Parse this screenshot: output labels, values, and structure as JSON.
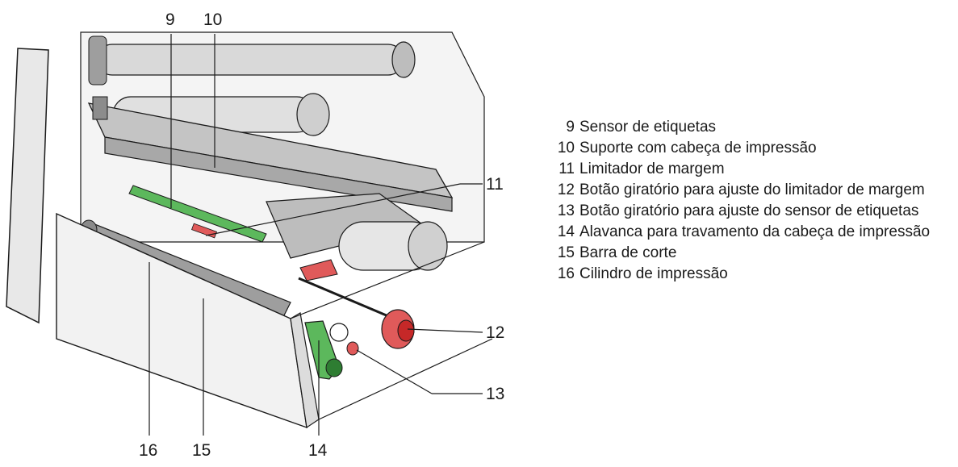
{
  "callouts": {
    "c9": "9",
    "c10": "10",
    "c11": "11",
    "c12": "12",
    "c13": "13",
    "c14": "14",
    "c15": "15",
    "c16": "16"
  },
  "legend": [
    {
      "num": "9",
      "text": "Sensor de etiquetas"
    },
    {
      "num": "10",
      "text": "Suporte com cabeça de impressão"
    },
    {
      "num": "11",
      "text": "Limitador de margem"
    },
    {
      "num": "12",
      "text": "Botão giratório para ajuste do limitador de margem"
    },
    {
      "num": "13",
      "text": "Botão giratório para ajuste do sensor de etiquetas"
    },
    {
      "num": "14",
      "text": "Alavanca para travamento da cabeça de impressão"
    },
    {
      "num": "15",
      "text": "Barra de corte"
    },
    {
      "num": "16",
      "text": "Cilindro de impressão"
    }
  ],
  "colors": {
    "line": "#1a1a1a",
    "metal": "#c8c8c8",
    "metal_dark": "#8c8c8c",
    "housing": "#f2f2f2",
    "green": "#5cb85c",
    "green_dark": "#2e7d32",
    "red": "#e05a5a",
    "red_dark": "#b71c1c",
    "roller": "#9e9e9e"
  }
}
